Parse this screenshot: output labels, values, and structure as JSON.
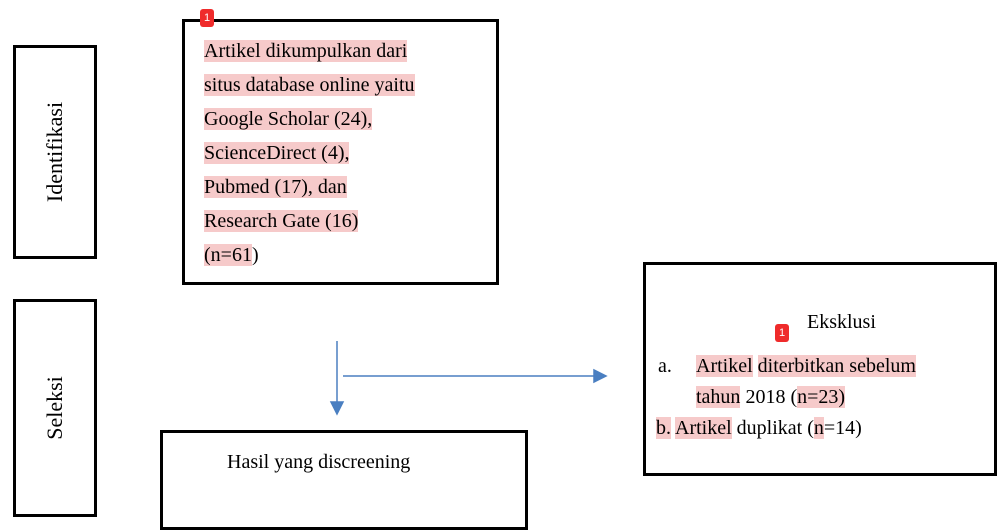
{
  "stages": {
    "identifikasi": "Identifikasi",
    "seleksi": "Seleksi"
  },
  "identification_box": {
    "badge": "1",
    "lines": [
      "Artikel dikumpulkan dari",
      "situs database online yaitu",
      "Google Scholar (24),",
      "ScienceDirect (4),",
      "Pubmed (17), dan",
      "Research Gate (16)",
      "(n=61"
    ],
    "line7_suffix": ")"
  },
  "exclusion_box": {
    "title": "Eksklusi",
    "badge": "1",
    "item_a": {
      "marker": "a.",
      "p1": "Artikel",
      "p2": " ",
      "p3": "diterbitkan sebelum",
      "p4": "tahun",
      "p5": " 2018 (",
      "p6": "n=23)"
    },
    "item_b": {
      "marker": "b.",
      "p1": "Artikel",
      "p2": " duplikat (",
      "p3": "n",
      "p4": "=14)"
    }
  },
  "screening_box": {
    "text": "Hasil yang discreening"
  },
  "colors": {
    "highlight": "#f6caca",
    "arrow": "#4a7fc1",
    "badge": "#ef2b2b"
  }
}
